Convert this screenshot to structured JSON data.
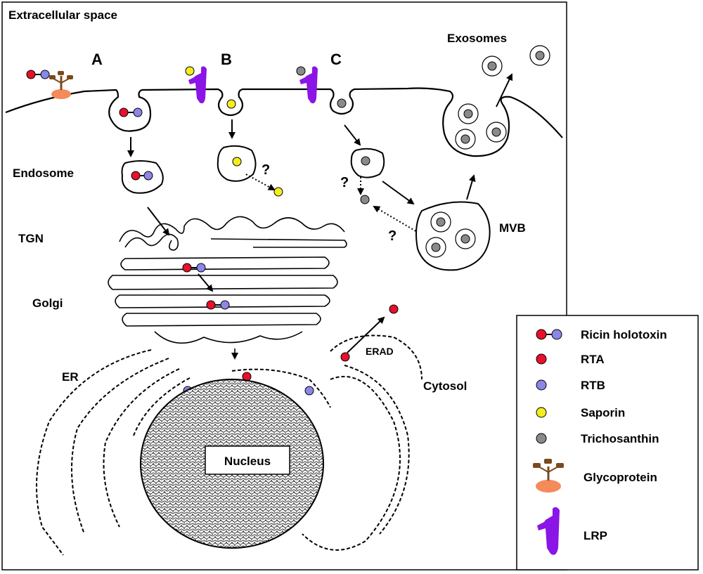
{
  "title": "Extracellular space",
  "pathways": [
    "A",
    "B",
    "C"
  ],
  "labels": {
    "exosomes": "Exosomes",
    "endosome": "Endosome",
    "tgn": "TGN",
    "golgi": "Golgi",
    "er": "ER",
    "erad": "ERAD",
    "cytosol": "Cytosol",
    "mvb": "MVB",
    "nucleus": "Nucleus",
    "question": "?"
  },
  "legend": [
    {
      "label": "Ricin holotoxin",
      "icon": "ricin-holotoxin-icon"
    },
    {
      "label": "RTA",
      "icon": "rta-dot-icon"
    },
    {
      "label": "RTB",
      "icon": "rtb-dot-icon"
    },
    {
      "label": "Saporin",
      "icon": "saporin-dot-icon"
    },
    {
      "label": "Trichosanthin",
      "icon": "trichosanthin-dot-icon"
    },
    {
      "label": "Glycoprotein",
      "icon": "glycoprotein-icon"
    },
    {
      "label": "LRP",
      "icon": "lrp-icon"
    }
  ],
  "colors": {
    "rta": "#e8102a",
    "rtb": "#8c86e6",
    "saporin": "#f4ec1e",
    "trichosanthin": "#8a8a8a",
    "glycoprotein_stem": "#7a4a1c",
    "glycoprotein_base": "#f58a5a",
    "lrp": "#8b14e6"
  }
}
